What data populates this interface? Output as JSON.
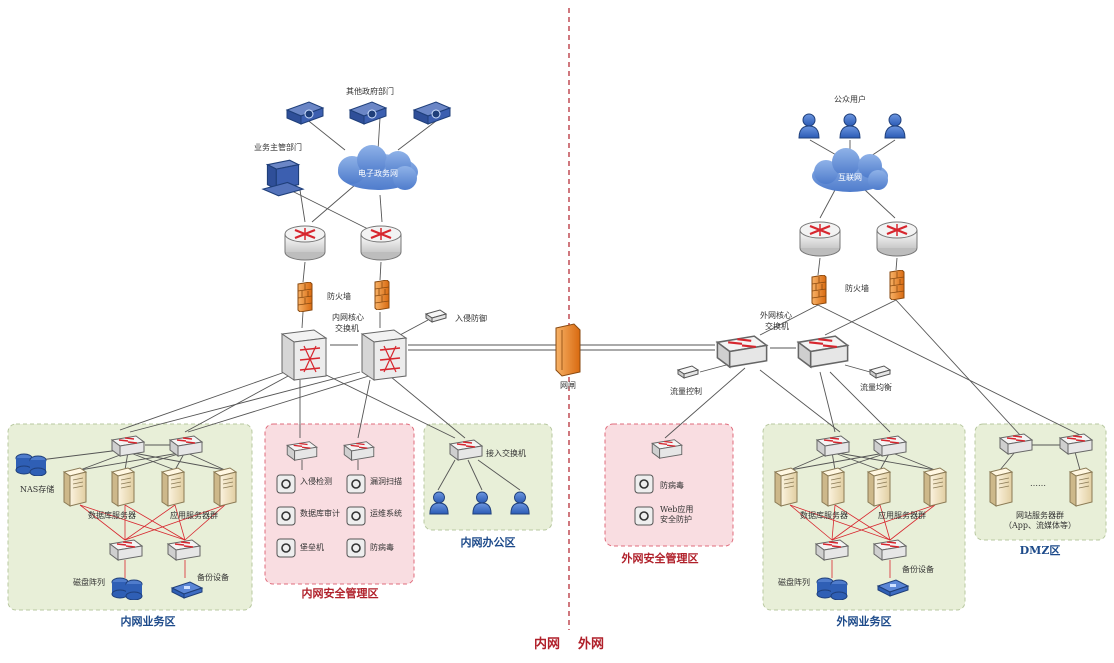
{
  "divider": {
    "inner": "内网",
    "outer": "外网"
  },
  "top_left": {
    "gov_depts": "其他政府部门",
    "biz_dept": "业务主管部门",
    "egov_cloud": "电子政务网"
  },
  "top_right": {
    "public_users": "公众用户",
    "internet_cloud": "互联网"
  },
  "firewall_left": "防火墙",
  "firewall_right": "防火墙",
  "gatekeeper": "网闸",
  "core_left": "内网核心\n交换机",
  "core_right": "外网核心\n交换机",
  "ids_left": "入侵防御",
  "flow_control": "流量控制",
  "flow_analysis": "流量均衡",
  "zones": {
    "inner_biz": {
      "title": "内网业务区",
      "nas": "NAS存储",
      "db_servers": "数据库服务器",
      "app_servers": "应用服务器群",
      "disk_array": "磁盘阵列",
      "backup": "备份设备"
    },
    "inner_sec": {
      "title": "内网安全管理区",
      "items": [
        "入侵检测",
        "漏洞扫描",
        "数据库审计",
        "运维系统",
        "堡垒机",
        "防病毒"
      ]
    },
    "inner_office": {
      "title": "内网办公区",
      "access_switch": "接入交换机"
    },
    "outer_sec": {
      "title": "外网安全管理区",
      "items": [
        "防病毒",
        "Web应用安全防护"
      ]
    },
    "outer_biz": {
      "title": "外网业务区",
      "db_servers": "数据库服务器",
      "app_servers": "应用服务器群",
      "disk_array": "磁盘阵列",
      "backup": "备份设备"
    },
    "dmz": {
      "title": "DMZ区",
      "servers": "网站服务器群",
      "servers_note": "（App、流媒体等）",
      "ellipsis": "……"
    }
  }
}
